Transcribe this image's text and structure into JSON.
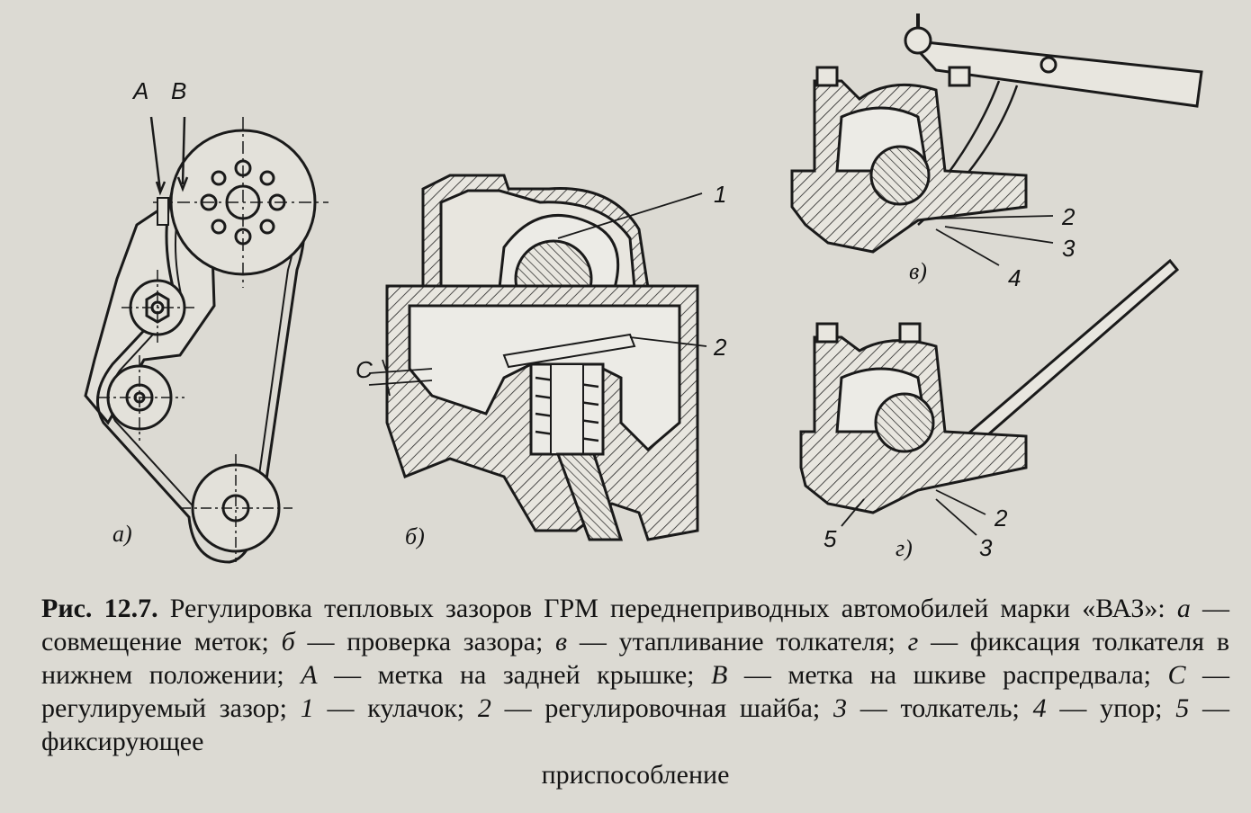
{
  "figure": {
    "labels": {
      "mark_a": "A",
      "mark_b": "B",
      "sub_a": "а)",
      "sub_b": "б)",
      "sub_v": "в)",
      "sub_g": "г)",
      "gap_c": "C",
      "n1": "1",
      "n2_b": "2",
      "n2_v": "2",
      "n3_v": "3",
      "n4_v": "4",
      "n2_g": "2",
      "n3_g": "3",
      "n5_g": "5"
    }
  },
  "caption": {
    "lead": "Рис. 12.7.",
    "t1": " Регулировка тепловых зазоров ГРМ переднеприводных автомобилей марки «ВАЗ»: ",
    "k_a": "а",
    "d_a": " — совмещение меток; ",
    "k_b": "б",
    "d_b": " — проверка зазора; ",
    "k_v": "в",
    "d_v": " — утапливание толкателя; ",
    "k_g": "г",
    "d_g": " — фиксация толкателя в нижнем положении; ",
    "k_A": "А",
    "d_A": " — метка на задней крышке; ",
    "k_B": "В",
    "d_B": " — метка на шкиве распредвала; ",
    "k_C": "С",
    "d_C": " — регулируемый зазор; ",
    "k_1": "1",
    "d_1": " — кулачок; ",
    "k_2": "2",
    "d_2": " — регулировочная шайба; ",
    "k_3": "3",
    "d_3": " — толкатель; ",
    "k_4": "4",
    "d_4": " — упор; ",
    "k_5": "5",
    "d_5": " — фиксирующее",
    "last": "приспособление"
  }
}
